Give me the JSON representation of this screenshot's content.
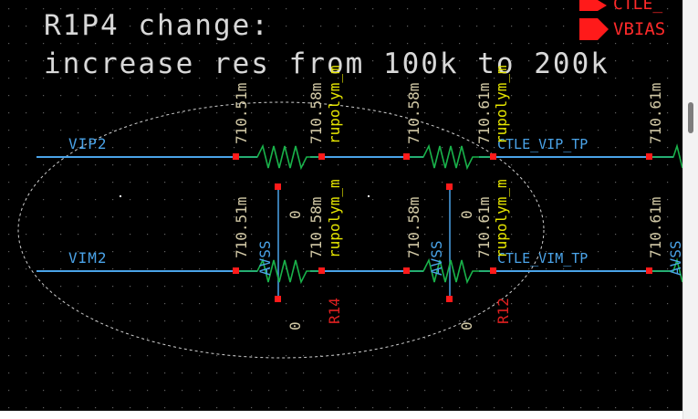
{
  "colors": {
    "background": "#000000",
    "dot_grid": "#606060",
    "wire": "#4aa3e8",
    "resistor": "#19b24a",
    "pin": "#ff1a1a",
    "annotation": "#d8d8d8",
    "value_text": "#d2c9a6",
    "model_text": "#e6e600",
    "net_label": "#4aa3e8",
    "instance_label": "#e02020",
    "ellipse": "#cfcfcf"
  },
  "annotation": {
    "line1": "R1P4 change:",
    "line2": "increase res from 100k to 200k"
  },
  "top_right": {
    "label_partial": "CTLE_",
    "label_vbias": "VBIAS"
  },
  "nets": {
    "vip2": "VIP2",
    "vim2": "VIM2",
    "ctle_vip_tp": "CTLE_VIP_TP",
    "ctle_vim_tp": "CTLE_VIM_TP",
    "avss": "AVSS"
  },
  "values": {
    "v1": "710.51m",
    "v2": "710.58m",
    "v3": "710.61m",
    "zero": "0"
  },
  "models": {
    "rupolym": "rupolym_m"
  },
  "instances": {
    "r14": "R14",
    "r12": "R12"
  }
}
